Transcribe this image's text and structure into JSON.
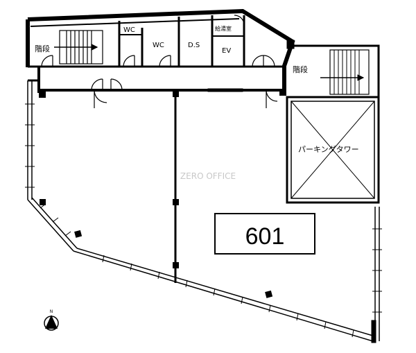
{
  "labels": {
    "stairs_left": "階段",
    "wc_1": "WC",
    "wc_2": "WC",
    "ds": "D.S",
    "hot_water_room": "給湯室",
    "ev": "EV",
    "stairs_right": "階段",
    "parking_tower": "パーキングタワー",
    "unit_number": "601",
    "watermark": "ZERO OFFICE",
    "north_mark": "N"
  },
  "colors": {
    "wall": "#000000",
    "hatch": "#000000",
    "watermark": "#c8c8c8"
  }
}
